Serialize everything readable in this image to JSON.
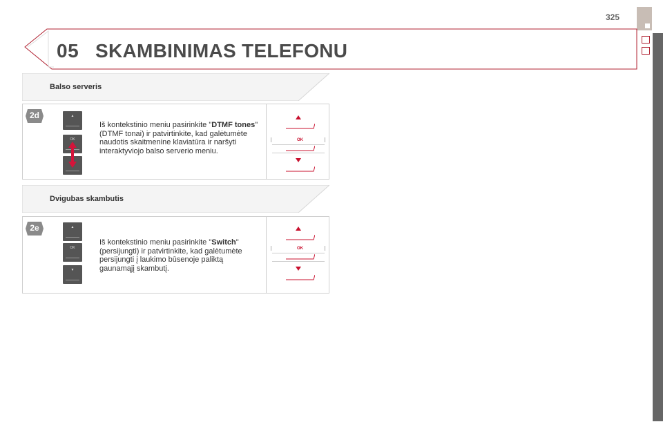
{
  "page": {
    "number": "325"
  },
  "chapter": {
    "number": "05",
    "title": "SKAMBINIMAS TELEFONU"
  },
  "sections": [
    {
      "title": "Balso serveris",
      "badge": "2d",
      "instruction_pre": "Iš kontekstinio meniu pasirinkite \"",
      "instruction_bold": "DTMF tones",
      "instruction_post": "\" (DTMF tonai) ir patvirtinkite, kad galėtumėte naudotis skaitmenine klaviatūra ir naršyti interaktyviojo balso serverio meniu.",
      "ok_label": "OK"
    },
    {
      "title": "Dvigubas skambutis",
      "badge": "2e",
      "instruction_pre": "Iš kontekstinio meniu pasirinkite \"",
      "instruction_bold": "Switch",
      "instruction_post": "\" (persijungti) ir patvirtinkite, kad galėtumėte persijungti į laukimo būsenoje paliktą gaunamąjį skambutį.",
      "ok_label": "OK"
    }
  ],
  "device": {
    "up_glyph": "▲",
    "ok_label": "OK",
    "down_glyph": "▼"
  },
  "colors": {
    "accent_red": "#c8102e",
    "chapter_line": "#b02030",
    "tab": "#c8bdb5",
    "strip": "#666666"
  }
}
